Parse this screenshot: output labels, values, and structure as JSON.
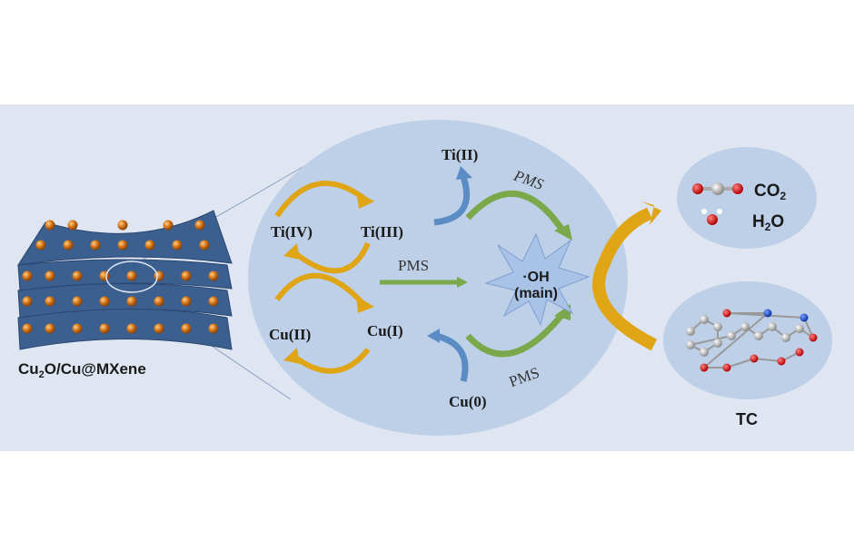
{
  "material_label": {
    "main": "Cu",
    "sub": "2",
    "rest": "O/Cu@MXene"
  },
  "cycle": {
    "ti_iv": "Ti(IV)",
    "ti_iii": "Ti(III)",
    "cu_ii": "Cu(II)",
    "cu_i": "Cu(I)",
    "ti_ii": "Ti(II)",
    "cu_0": "Cu(0)",
    "pms_center": "PMS",
    "pms_top": "PMS",
    "pms_bottom": "PMS"
  },
  "radical": {
    "line1": "·OH",
    "line2": "(main)"
  },
  "products": {
    "co2": {
      "main": "CO",
      "sub": "2"
    },
    "h2o": {
      "pre": "H",
      "sub": "2",
      "post": "O"
    }
  },
  "pollutant_label": "TC",
  "colors": {
    "background": "#dfe6f2",
    "bubble": "#bdd0e8",
    "orange_arrow": "#e0a515",
    "green_arrow": "#7aa84a",
    "blue_arrow": "#5b8cc4",
    "sheet": "#3b5f8e",
    "particle": "#d97a1c"
  }
}
